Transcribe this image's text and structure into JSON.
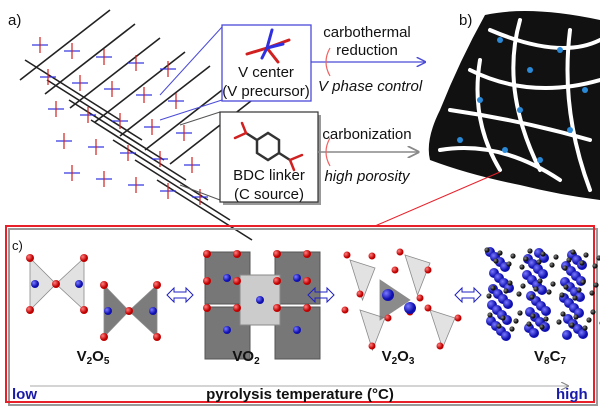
{
  "panel_labels": {
    "a": "a)",
    "b": "b)",
    "c": "c)"
  },
  "v_center_box": {
    "line1": "V center",
    "line2": "(V precursor)"
  },
  "bdc_box": {
    "line1": "BDC linker",
    "line2": "(C source)"
  },
  "carbothermal_arrow": {
    "label_line1": "carbothermal",
    "label_line2": "reduction",
    "note": "V phase control"
  },
  "carbonization_arrow": {
    "label": "carbonization",
    "note": "high porosity"
  },
  "phases": [
    {
      "base1": "V",
      "sub1": "2",
      "base2": "O",
      "sub2": "5"
    },
    {
      "base1": "VO",
      "sub1": "2",
      "base2": "",
      "sub2": ""
    },
    {
      "base1": "V",
      "sub1": "2",
      "base2": "O",
      "sub2": "3"
    },
    {
      "base1": "V",
      "sub1": "8",
      "base2": "C",
      "sub2": "7"
    }
  ],
  "temperature_axis": {
    "low": "low",
    "label": "pyrolysis temperature (°C)",
    "high": "high"
  },
  "colors": {
    "vanadium": "#1a1ad0",
    "oxygen": "#d40000",
    "carbon": "#222222",
    "frame": "#e8202a",
    "axis_text": "#1a1aa8"
  }
}
